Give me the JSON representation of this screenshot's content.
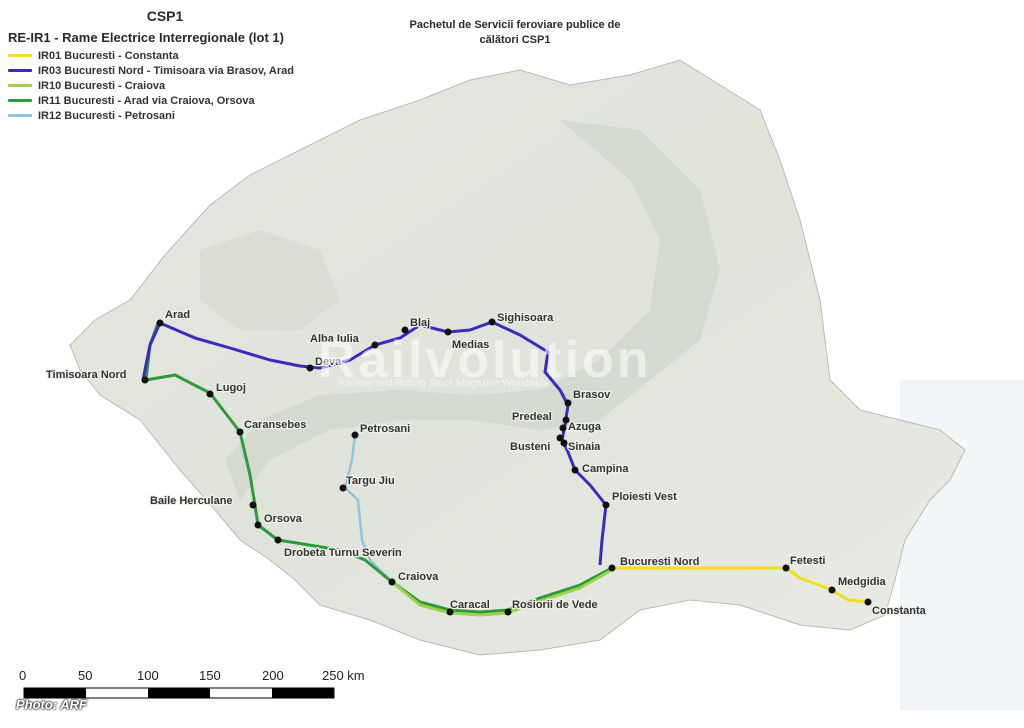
{
  "header": {
    "title": "CSP1",
    "subtitle": "RE-IR1 - Rame Electrice Interregionale (lot 1)",
    "note_line1": "Pachetul de Servicii feroviare publice de",
    "note_line2": "călători CSP1"
  },
  "legend": [
    {
      "label": "IR01 Bucuresti - Constanta",
      "color": "#f2e01a"
    },
    {
      "label": "IR03 Bucuresti Nord - Timisoara via Brasov, Arad",
      "color": "#3a2bbf"
    },
    {
      "label": "IR10 Bucuresti - Craiova",
      "color": "#9bd44a"
    },
    {
      "label": "IR11 Bucuresti - Arad via Craiova, Orsova",
      "color": "#2e9a3a"
    },
    {
      "label": "IR12 Bucuresti - Petrosani",
      "color": "#8fc4e0"
    }
  ],
  "cities": {
    "arad": "Arad",
    "timisoara": "Timisoara Nord",
    "lugoj": "Lugoj",
    "caransebes": "Caransebes",
    "baile": "Baile Herculane",
    "orsova": "Orsova",
    "drobeta": "Drobeta Turnu Severin",
    "craiova": "Craiova",
    "caracal": "Caracal",
    "rosiori": "Rosiorii de Vede",
    "bucuresti": "Bucuresti Nord",
    "fetesti": "Fetesti",
    "medgidia": "Medgidia",
    "constanta": "Constanta",
    "ploiesti": "Ploiesti Vest",
    "campina": "Campina",
    "sinaia": "Sinaia",
    "busteni": "Busteni",
    "azuga": "Azuga",
    "predeal": "Predeal",
    "brasov": "Brasov",
    "sighisoara": "Sighisoara",
    "medias": "Medias",
    "blaj": "Blaj",
    "albaiulia": "Alba Iulia",
    "deva": "Deva",
    "petrosani": "Petrosani",
    "targujiu": "Targu Jiu"
  },
  "scale": {
    "ticks": [
      "0",
      "50",
      "100",
      "150",
      "200",
      "250 km"
    ]
  },
  "watermark": {
    "text": "Railvolution",
    "sub": "Railway and Rolling Stock Magazine Worldwide"
  },
  "credit": "Photo: ARF"
}
